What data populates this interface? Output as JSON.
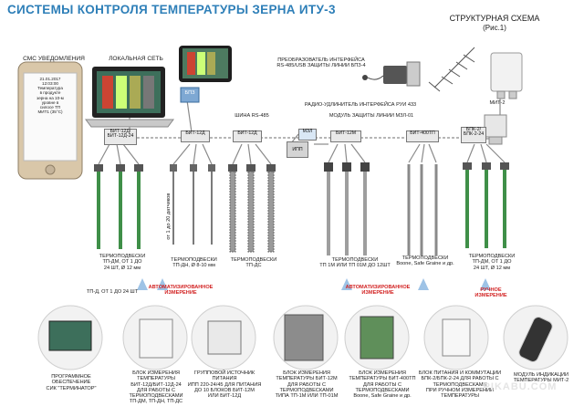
{
  "title": "СИСТЕМЫ КОНТРОЛЯ ТЕМПЕРАТУРЫ ЗЕРНА ИТУ-3",
  "scheme": {
    "title": "СТРУКТУРНАЯ СХЕМА",
    "subtitle": "(Рис.1)"
  },
  "top_labels": {
    "sms": "СМС УВЕДОМЛЕНИЯ",
    "lan": "ЛОКАЛЬНАЯ СЕТЬ",
    "converter": "ПРЕОБРАЗОВАТЕЛЬ ИНТЕРФЕЙСА\nRS-485/USB     ЗАЩИТЫ ЛИНИИ  БПЗ-4",
    "radio": "РАДИО-УДЛИНИТЕЛЬ ИНТЕРФЕЙСА РУИ 433",
    "bus": "ШИНА RS-485",
    "protect_module": "МОДУЛЬ  ЗАЩИТЫ ЛИНИИ  МЗЛ-01",
    "mit": "МИТ-2",
    "bpz": "БПЗ"
  },
  "phone_sms": "21.01.2017\n12:03:00\nТемпература\nв продукте\nзерна на 10-м\nуровне в\nсилосе ТП\nМИТ1 (35°С)",
  "nodes": {
    "bit1": "БИТ-12Д/\nБИТ-12Д-24",
    "bit2": "БИТ-12Д",
    "bit3": "БИТ-12Д",
    "mzl": "МЗЛ",
    "ipp": "ИПП",
    "bit12m": "БИТ-12М",
    "bit400": "БИТ-400ТП",
    "bpk": "БПК-2/\nБПК-2-24"
  },
  "probe_captions": {
    "g1": "ТЕРМОПОДВЕСКИ\nТП-ДМ, ОТ 1 ДО\n24 ШТ, Ø 12 мм",
    "g1_extra": "ТП-Д, ОТ 1 ДО 24 ШТ",
    "vertical": "от 1 до 20 датчиков",
    "g2": "ТЕРМОПОДВЕСКИ\nТП-ДН, Ø 8-10 мм",
    "g3": "ТЕРМОПОДВЕСКИ\nТП-ДС",
    "g4": "ТЕРМОПОДВЕСКИ\nТП 1М ИЛИ ТП  01М ДО 12ШТ",
    "g5": "ТЕРМОПОДВЕСКИ\nBoone, Safe Graine и др.",
    "g6": "ТЕРМОПОДВЕСКИ\nТП-ДМ, ОТ 1 ДО\n24 ШТ, Ø 12 мм"
  },
  "highlights": {
    "auto1": "АВТОМАТИЗИРОВАННОЕ\nИЗМЕРЕНИЕ",
    "auto2": "АВТОМАТИЗИРОВАННОЕ\nИЗМЕРЕНИЕ",
    "manual": "РУЧНОЕ\nИЗМЕРЕНИЕ"
  },
  "bottom_captions": {
    "c1": "ПРОГРАММНОЕ\nОБЕСПЕЧЕНИЕ\nСИК \"ТЕРМИНАТОР\"",
    "c2": "БЛОК ИЗМЕРЕНИЯ\nТЕМПЕРАТУРЫ\nБИТ-12Д/БИТ-12Д-24\nДЛЯ РАБОТЫ С\nТЕРМОПОДВЕСКАМИ\nТП-ДМ, ТП-ДН, ТП-ДС",
    "c3": "ГРУППОВОЙ ИСТОЧНИК\nПИТАНИЯ\nИПП 220-24/45 ДЛЯ ПИТАНИЯ\nДО 10 БЛОКОВ БИТ-12М\nИЛИ БИТ-12Д",
    "c4": "БЛОК ИЗМЕРЕНИЯ\nТЕМПЕРАТУРЫ БИТ-12М\nДЛЯ РАБОТЫ С\nТЕРМОПОДВЕСКАМИ\nТИПА ТП-1М ИЛИ ТП-01М",
    "c5": "БЛОК ИЗМЕРЕНИЯ\nТЕМПЕРАТУРЫ БИТ-400ТП\nДЛЯ РАБОТЫ С\nТЕРМОПОДВЕСКАМИ\nBoone, Safe Graine и др.",
    "c6": "БЛОК ПИТАНИЯ И КОММУТАЦИИ\nБПК-2/БПК-2-24 ДЛЯ РАБОТЫ С\nТЕРМОПОДВЕСКАМИ\nПРИ РУЧНОМ ИЗМЕРЕНИИ\nТЕМПЕРАТУРЫ",
    "c7": "МОДУЛЬ ИНДИКАЦИИ\nТЕМПЕРАТУРЫ  МИТ-2"
  },
  "watermark": "PIKABU.COM",
  "colors": {
    "title": "#2e7fb8",
    "highlight": "#d22222",
    "cable": "#888888",
    "probe": "#3f8f48"
  }
}
